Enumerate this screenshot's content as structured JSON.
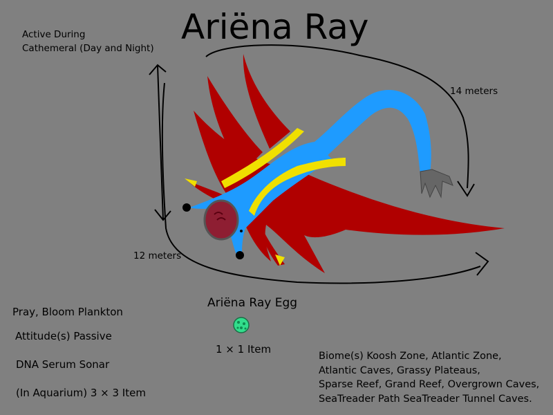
{
  "title": "Ariëna Ray",
  "activity": {
    "heading": "Active During",
    "value": "Cathemeral (Day and Night)"
  },
  "measurements": {
    "length": "14 meters",
    "width": "12 meters"
  },
  "egg": {
    "label": "Ariëna Ray Egg",
    "size": "1 × 1 Item"
  },
  "stats": {
    "prey": "Pray, Bloom Plankton",
    "attitude": "Attitude(s) Passive",
    "dna": "DNA Serum Sonar",
    "aquarium": "(In Aquarium) 3 × 3 Item"
  },
  "biomes": [
    "Biome(s) Koosh Zone, Atlantic Zone,",
    "Atlantic Caves, Grassy Plateaus,",
    "Sparse Reef, Grand Reef, Overgrown Caves,",
    "SeaTreader Path  SeaTreader Tunnel Caves."
  ],
  "colors": {
    "background": "#808080",
    "body_red": "#b00000",
    "body_blue": "#1e9bff",
    "stripe_yellow": "#f0e000",
    "eye": "#8e1e32",
    "egg": "#32dd8c"
  }
}
